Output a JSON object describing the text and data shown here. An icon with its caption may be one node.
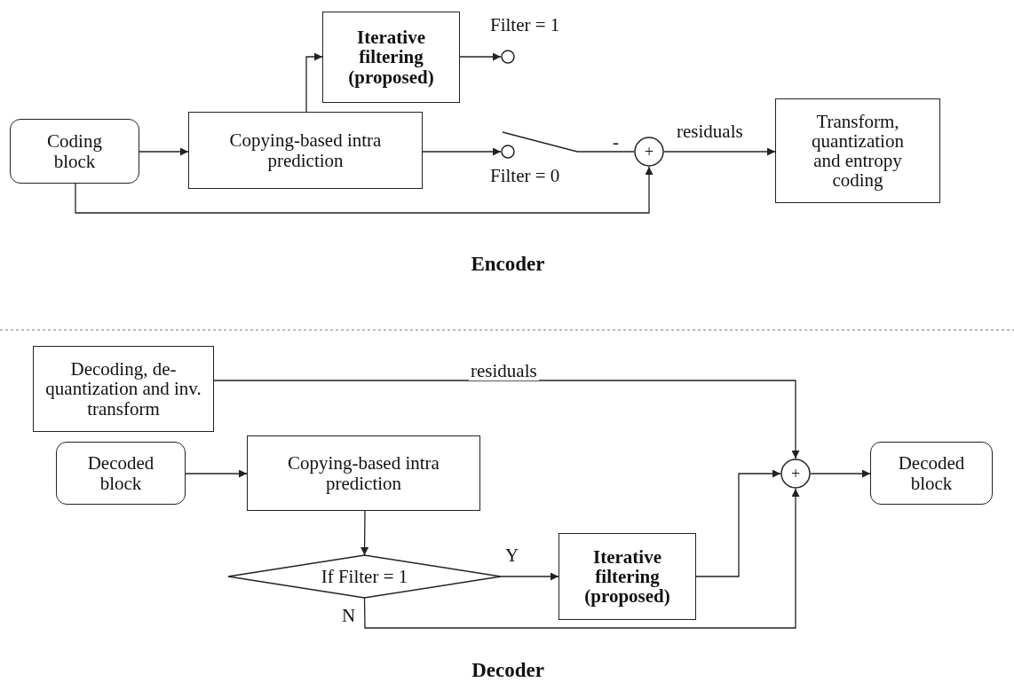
{
  "diagram": {
    "nodes": [
      {
        "text": [
          "Coding block"
        ]
      },
      {
        "text": [
          "Copying-based intra prediction"
        ]
      },
      {
        "text": [
          "Iterative filtering (proposed)"
        ]
      },
      {
        "text": [],
        "shape": "circle",
        "beside": [
          "Filter = 1"
        ]
      },
      {
        "text": [],
        "shape": "circle",
        "beside": [
          "Filter = 0"
        ]
      },
      {
        "text": [
          "+"
        ]
      },
      {
        "text": [
          "Transform, quantization and entropy coding"
        ]
      },
      {
        "text": [
          "Decoding, de-quantization and inv. transform"
        ]
      },
      {
        "text": [
          "Decoded block"
        ]
      },
      {
        "text": [
          "Copying-based intra prediction"
        ]
      },
      {
        "text": [
          "If Filter = 1"
        ]
      },
      {
        "text": [
          "Iterative filtering (proposed)"
        ]
      },
      {
        "text": [
          "+"
        ]
      },
      {
        "text": [
          "Decoded block"
        ]
      }
    ],
    "edges": [
      {
        "from": 0,
        "to": 1,
        "arrow": "to"
      },
      {
        "from": 1,
        "to": 2,
        "arrow": "to"
      },
      {
        "from": 2,
        "to": 3,
        "arrow": "to"
      },
      {
        "from": 1,
        "to": 4,
        "arrow": "to"
      },
      {
        "from": null,
        "to": 5,
        "arrow": "none"
      },
      {
        "from": 0,
        "to": 5,
        "arrow": "to"
      },
      {
        "from": 5,
        "to": 6,
        "arrow": "to",
        "label": "residuals"
      },
      {
        "from": 7,
        "to": 12,
        "arrow": "to",
        "label": "residuals"
      },
      {
        "from": 8,
        "to": 9,
        "arrow": "to"
      },
      {
        "from": 9,
        "to": 10,
        "arrow": "to"
      },
      {
        "from": 10,
        "to": 11,
        "arrow": "to",
        "label": "Y"
      },
      {
        "from": 11,
        "to": 12,
        "arrow": "to"
      },
      {
        "from": 10,
        "to": 12,
        "arrow": "to",
        "label": "N"
      },
      {
        "from": 12,
        "to": 13,
        "arrow": "to"
      }
    ],
    "labels": [
      "-",
      "Encoder",
      "Decoder"
    ]
  }
}
